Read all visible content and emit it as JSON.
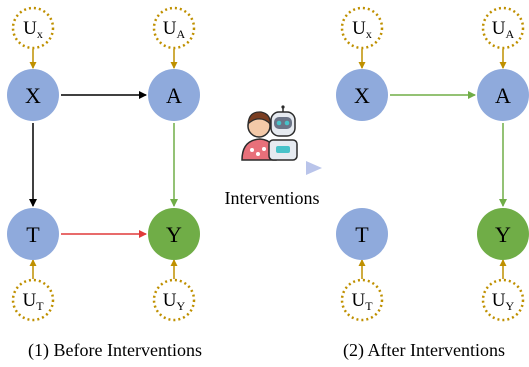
{
  "colors": {
    "blue_node": "#8faadc",
    "green_node": "#70ad47",
    "u_border": "#bf9000",
    "u_arrow": "#bf9000",
    "black_arrow": "#000000",
    "green_arrow": "#70ad47",
    "red_arrow": "#e03a3a",
    "center_arrow_start": "#c9d2ee",
    "center_arrow_end": "#5a4fb0"
  },
  "panels": {
    "before": {
      "caption": "(1) Before Interventions",
      "nodes": {
        "x": "X",
        "a": "A",
        "t": "T",
        "y": "Y"
      },
      "u_nodes": {
        "ux": {
          "base": "U",
          "sub": "x"
        },
        "ua": {
          "base": "U",
          "sub": "A"
        },
        "ut": {
          "base": "U",
          "sub": "T"
        },
        "uy": {
          "base": "U",
          "sub": "Y"
        }
      }
    },
    "after": {
      "caption": "(2) After Interventions",
      "nodes": {
        "x": "X",
        "a": "A",
        "t": "T",
        "y": "Y"
      },
      "u_nodes": {
        "ux": {
          "base": "U",
          "sub": "x"
        },
        "ua": {
          "base": "U",
          "sub": "A"
        },
        "ut": {
          "base": "U",
          "sub": "T"
        },
        "uy": {
          "base": "U",
          "sub": "Y"
        }
      }
    }
  },
  "center": {
    "label": "Interventions",
    "icon": "human-robot-icon"
  }
}
